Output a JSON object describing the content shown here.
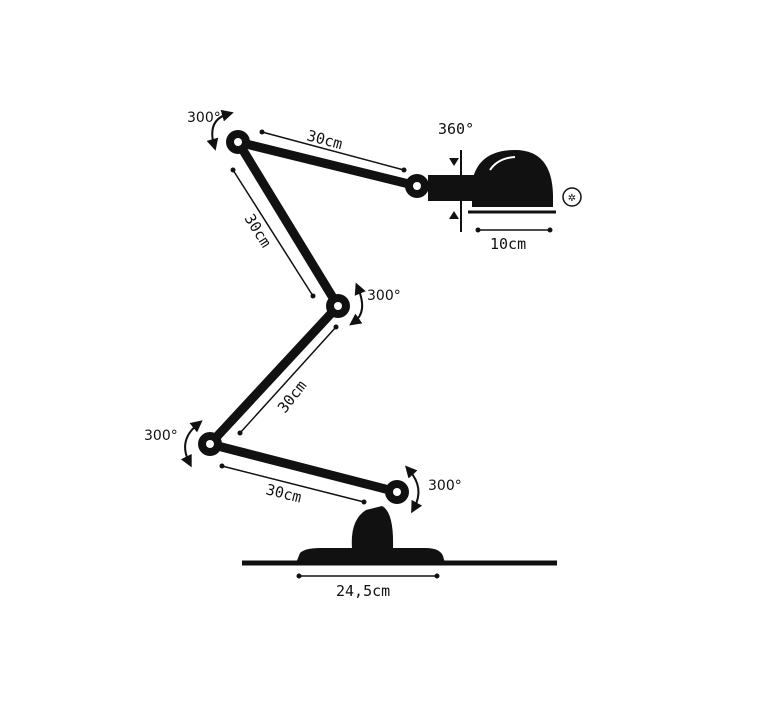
{
  "dimensions": {
    "arm_upper_top": "30cm",
    "arm_upper_diag": "30cm",
    "arm_lower_diag": "30cm",
    "arm_bottom": "30cm",
    "shade_width": "10cm",
    "base_width": "24,5cm"
  },
  "rotations": {
    "top_joint": "300°",
    "middle_joint": "300°",
    "lower_joint": "300°",
    "base_joint": "300°",
    "shade": "360°"
  },
  "colors": {
    "ink": "#111111",
    "background": "#ffffff"
  }
}
